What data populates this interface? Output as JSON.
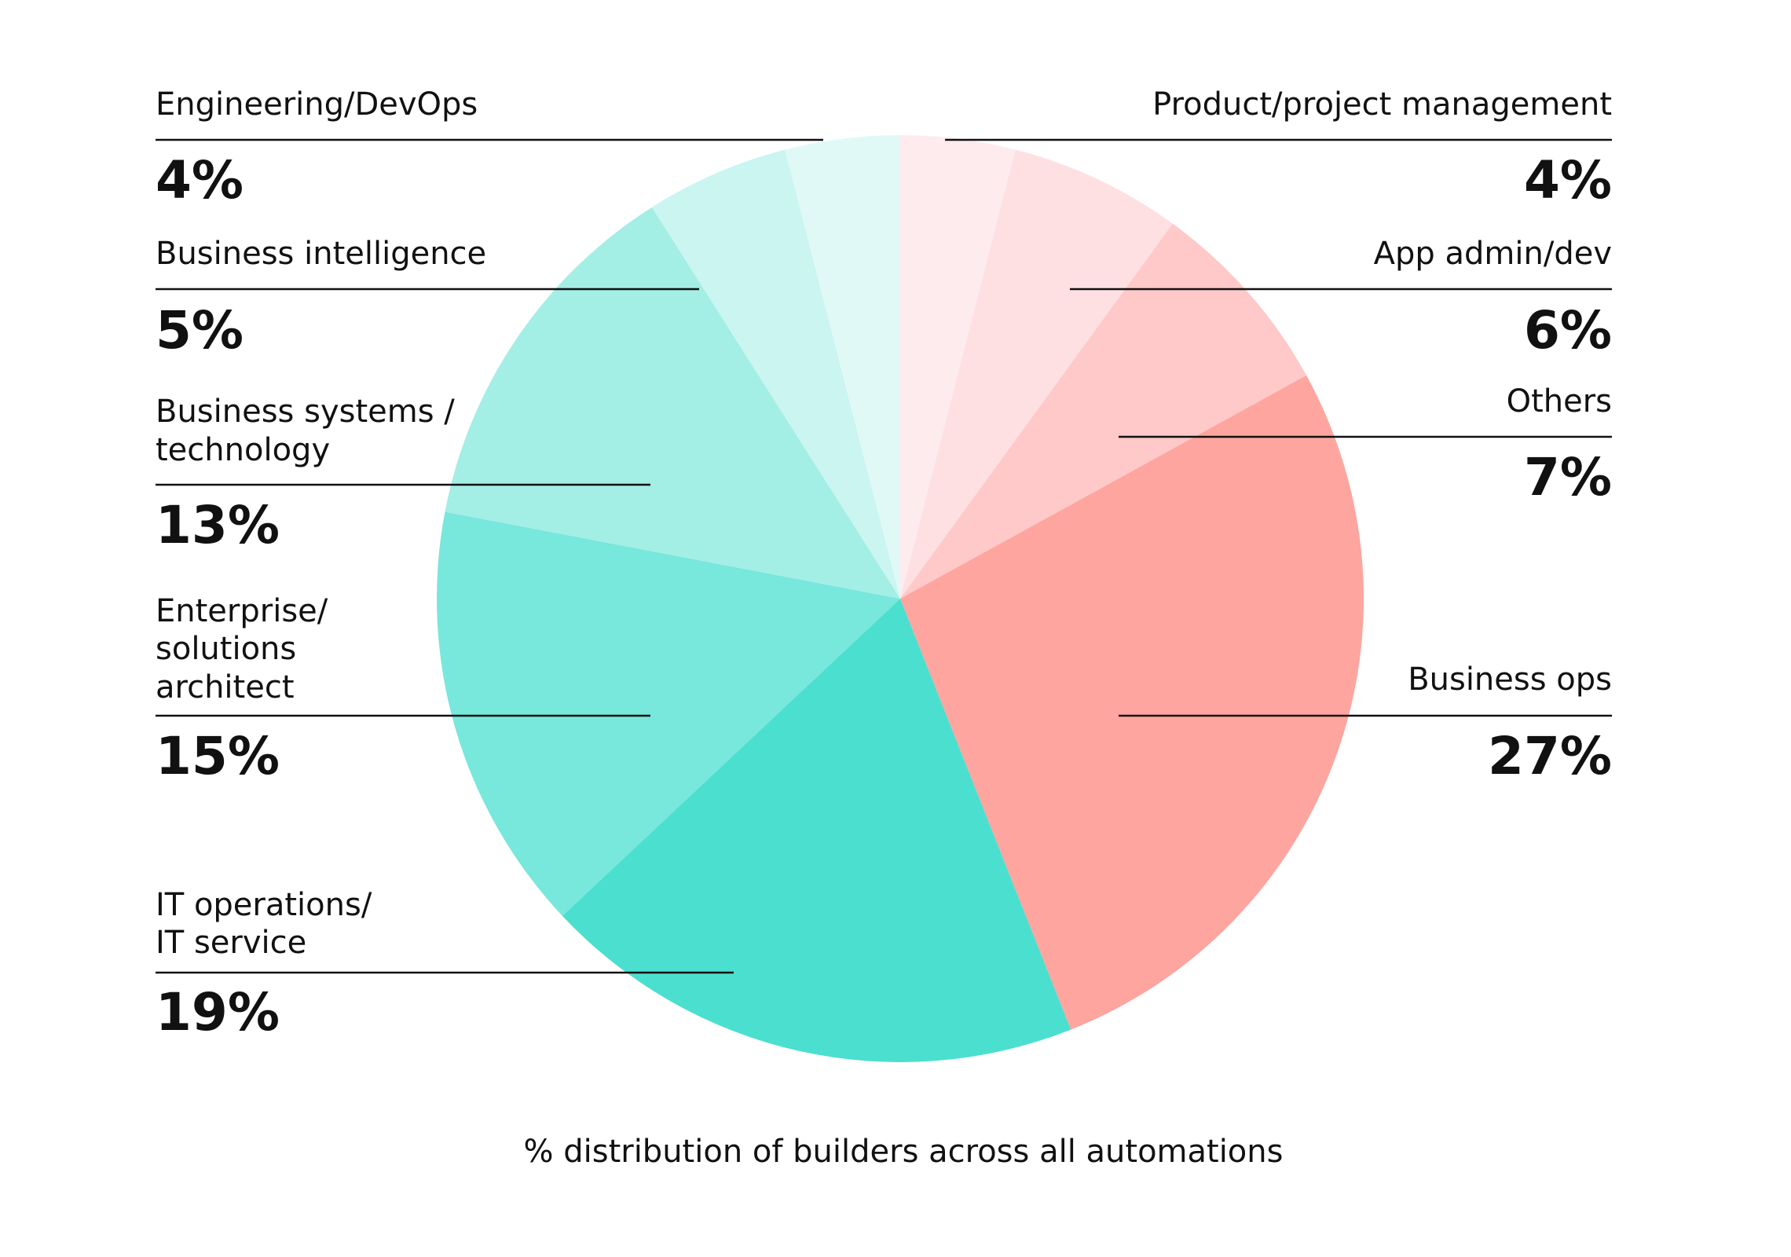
{
  "chart_data": {
    "type": "pie",
    "caption": "% distribution of builders across all automations",
    "slices": [
      {
        "label": "Product/project management",
        "value": 4,
        "display": "4%",
        "color": "#fdebed",
        "side": "right"
      },
      {
        "label": "App admin/dev",
        "value": 6,
        "display": "6%",
        "color": "#fee0e3",
        "side": "right"
      },
      {
        "label": "Others",
        "value": 7,
        "display": "7%",
        "color": "#fec9c8",
        "side": "right"
      },
      {
        "label": "Business ops",
        "value": 27,
        "display": "27%",
        "color": "#fea59f",
        "side": "right"
      },
      {
        "label": "IT operations/ IT service",
        "value": 19,
        "display": "19%",
        "color": "#4bdfcf",
        "side": "left"
      },
      {
        "label": "Enterprise/ solutions architect",
        "value": 15,
        "display": "15%",
        "color": "#78e7dc",
        "side": "left"
      },
      {
        "label": "Business systems / technology",
        "value": 13,
        "display": "13%",
        "color": "#a3eee5",
        "side": "left"
      },
      {
        "label": "Business intelligence",
        "value": 5,
        "display": "5%",
        "color": "#caf5f0",
        "side": "left"
      },
      {
        "label": "Engineering/DevOps",
        "value": 4,
        "display": "4%",
        "color": "#e1f9f6",
        "side": "left"
      }
    ]
  },
  "labels": {
    "product": [
      "Product/project management"
    ],
    "appadmin": [
      "App admin/dev"
    ],
    "others": [
      "Others"
    ],
    "businessops": [
      "Business ops"
    ],
    "itops": [
      "IT operations/",
      "IT service"
    ],
    "enterprise": [
      "Enterprise/",
      "solutions",
      "architect"
    ],
    "bizsys": [
      "Business systems /",
      "technology"
    ],
    "bi": [
      "Business intelligence"
    ],
    "eng": [
      "Engineering/DevOps"
    ]
  }
}
